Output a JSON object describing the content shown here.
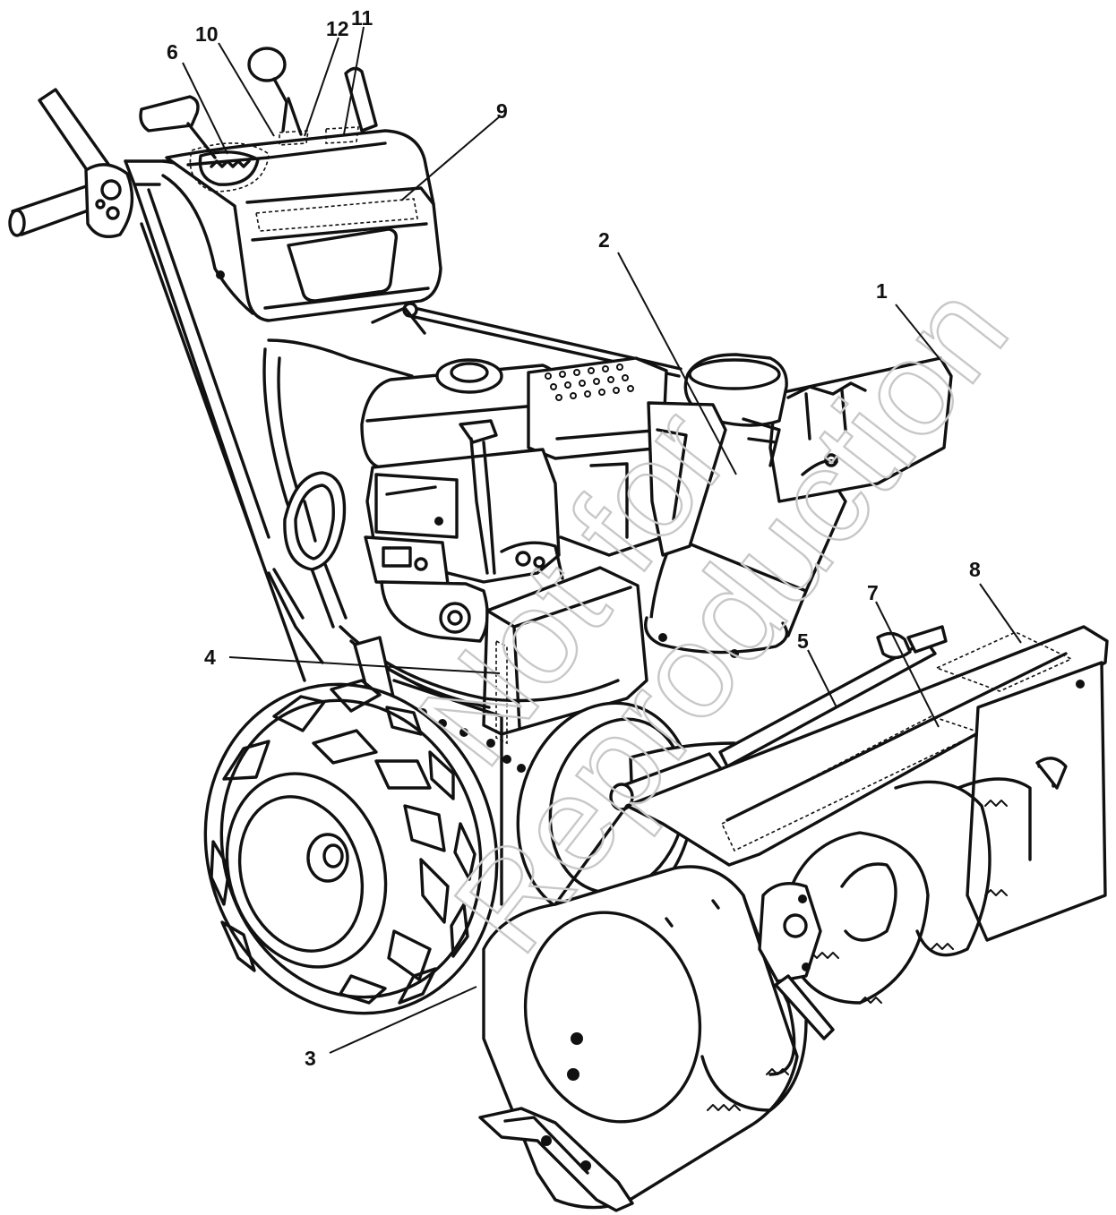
{
  "callouts": [
    {
      "number": "1"
    },
    {
      "number": "2"
    },
    {
      "number": "3"
    },
    {
      "number": "4"
    },
    {
      "number": "5"
    },
    {
      "number": "6"
    },
    {
      "number": "7"
    },
    {
      "number": "8"
    },
    {
      "number": "9"
    },
    {
      "number": "10"
    },
    {
      "number": "11"
    },
    {
      "number": "12"
    }
  ],
  "watermark": {
    "line1": "Not for",
    "line2": "Reproduction"
  },
  "colors": {
    "line": "#111111",
    "background": "#ffffff",
    "watermark": "#c8c8c8"
  }
}
